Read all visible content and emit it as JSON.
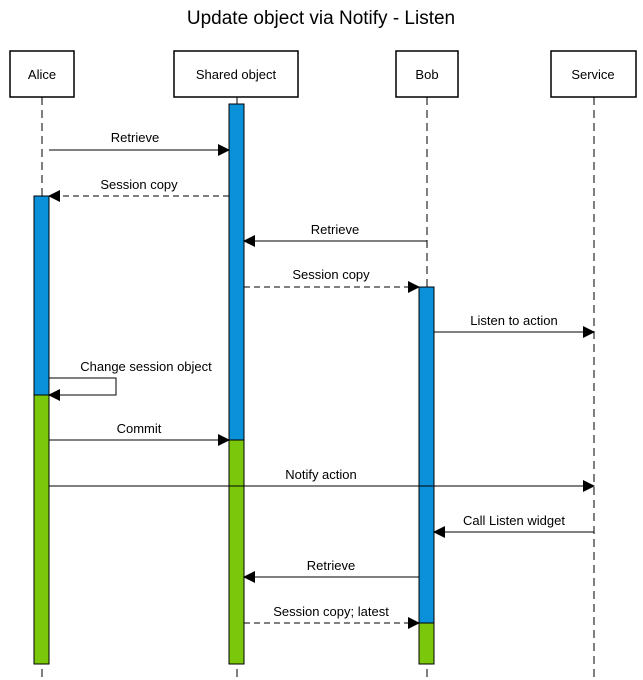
{
  "title": "Update object via Notify - Listen",
  "colors": {
    "active_blue": "#0a91da",
    "active_green": "#7ac70c"
  },
  "participants": [
    {
      "id": "alice",
      "label": "Alice"
    },
    {
      "id": "shared",
      "label": "Shared object"
    },
    {
      "id": "bob",
      "label": "Bob"
    },
    {
      "id": "service",
      "label": "Service"
    }
  ],
  "messages": [
    {
      "from": "alice",
      "to": "shared",
      "label": "Retrieve",
      "style": "solid"
    },
    {
      "from": "shared",
      "to": "alice",
      "label": "Session copy",
      "style": "dashed"
    },
    {
      "from": "bob",
      "to": "shared",
      "label": "Retrieve",
      "style": "solid"
    },
    {
      "from": "shared",
      "to": "bob",
      "label": "Session copy",
      "style": "dashed"
    },
    {
      "from": "bob",
      "to": "service",
      "label": "Listen to action",
      "style": "solid"
    },
    {
      "from": "alice",
      "to": "alice",
      "label": "Change session object",
      "style": "solid"
    },
    {
      "from": "alice",
      "to": "shared",
      "label": "Commit",
      "style": "solid"
    },
    {
      "from": "alice",
      "to": "service",
      "label": "Notify action",
      "style": "solid"
    },
    {
      "from": "service",
      "to": "bob",
      "label": "Call Listen widget",
      "style": "solid"
    },
    {
      "from": "bob",
      "to": "shared",
      "label": "Retrieve",
      "style": "solid"
    },
    {
      "from": "shared",
      "to": "bob",
      "label": "Session copy; latest",
      "style": "dashed"
    }
  ],
  "activations": [
    {
      "participant": "alice",
      "color": "active_blue"
    },
    {
      "participant": "alice",
      "color": "active_green"
    },
    {
      "participant": "shared",
      "color": "active_blue"
    },
    {
      "participant": "shared",
      "color": "active_green"
    },
    {
      "participant": "bob",
      "color": "active_blue"
    },
    {
      "participant": "bob",
      "color": "active_green"
    }
  ]
}
